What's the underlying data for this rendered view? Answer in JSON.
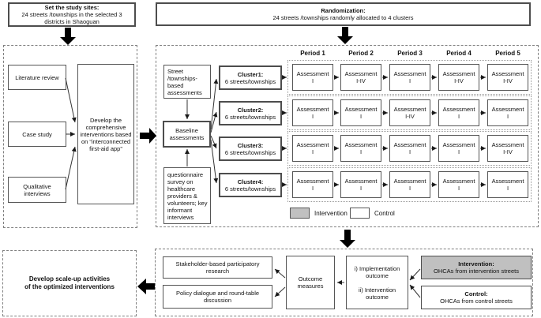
{
  "colors": {
    "intervention_fill": "#c0c0c0",
    "control_fill": "#ffffff",
    "border_dark": "#4d4d4d",
    "line": "#1a1a1a"
  },
  "top": {
    "study_sites": {
      "title": "Set the study sites:",
      "body": "24 streets /townships in the selected 3 districts in Shaoguan"
    },
    "randomization": {
      "title": "Randomization:",
      "body": "24 streets /townships randomly allocated to 4 clusters"
    }
  },
  "left_panel": {
    "literature": "Literature review",
    "case_study": "Case study",
    "qualitative": "Qualitative interviews",
    "develop": "Develop the comprehensive interventions based on “interconnected first-aid app”"
  },
  "middle_panel": {
    "street_assessments": "Street /townships-based assessments",
    "baseline": "Baseline assessments",
    "questionnaire": "questionnaire survey on healthcare providers & volunteers; key informant interviews",
    "clusters": [
      {
        "title": "Cluster1:",
        "body": "6 streets/townships"
      },
      {
        "title": "Cluster2:",
        "body": "6 streets/townships"
      },
      {
        "title": "Cluster3:",
        "body": "6 streets/townships"
      },
      {
        "title": "Cluster4:",
        "body": "6 streets/townships"
      }
    ],
    "periods": [
      "Period 1",
      "Period 2",
      "Period 3",
      "Period 4",
      "Period 5"
    ],
    "assessment_grid": [
      [
        {
          "label": "Assessment I",
          "phase": "control"
        },
        {
          "label": "Assessment I-IV",
          "phase": "intervention"
        },
        {
          "label": "Assessment I",
          "phase": "intervention"
        },
        {
          "label": "Assessment I-IV",
          "phase": "intervention"
        },
        {
          "label": "Assessment I-IV",
          "phase": "intervention"
        }
      ],
      [
        {
          "label": "Assessment I",
          "phase": "control"
        },
        {
          "label": "Assessment I",
          "phase": "control"
        },
        {
          "label": "Assessment I-IV",
          "phase": "intervention"
        },
        {
          "label": "Assessment I",
          "phase": "intervention"
        },
        {
          "label": "Assessment I",
          "phase": "intervention"
        }
      ],
      [
        {
          "label": "Assessment I",
          "phase": "control"
        },
        {
          "label": "Assessment I",
          "phase": "control"
        },
        {
          "label": "Assessment I",
          "phase": "control"
        },
        {
          "label": "Assessment I",
          "phase": "intervention"
        },
        {
          "label": "Assessment I-IV",
          "phase": "intervention"
        }
      ],
      [
        {
          "label": "Assessment I",
          "phase": "control"
        },
        {
          "label": "Assessment I",
          "phase": "control"
        },
        {
          "label": "Assessment I",
          "phase": "control"
        },
        {
          "label": "Assessment I",
          "phase": "control"
        },
        {
          "label": "Assessment I",
          "phase": "intervention"
        }
      ]
    ],
    "legend": [
      {
        "label": "Intervention",
        "phase": "intervention"
      },
      {
        "label": "Control",
        "phase": "control"
      }
    ]
  },
  "bottom_panel": {
    "stakeholder": "Stakeholder-based participatory research",
    "policy": "Policy dialogue and round-table discussion",
    "outcome": "Outcome measures",
    "outcomes_list": [
      "i) Implementation outcome",
      "ii) Intervention outcome"
    ],
    "intervention": {
      "title": "Intervention:",
      "body": "OHCAs from intervention streets"
    },
    "control": {
      "title": "Control:",
      "body": "OHCAs from control streets"
    }
  },
  "scale_up": {
    "line1": "Develop scale-up activities",
    "line2": "of the optimized interventions"
  }
}
